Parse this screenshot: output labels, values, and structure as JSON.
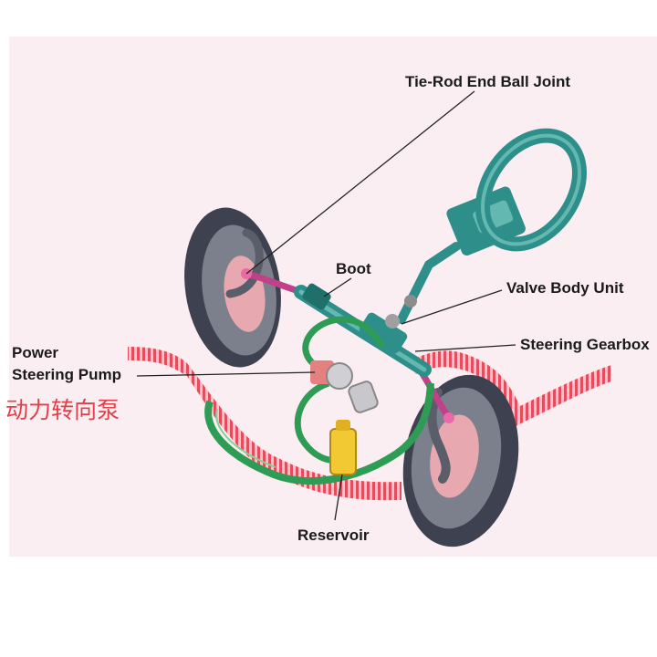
{
  "labels": {
    "tie_rod": "Tie-Rod End Ball Joint",
    "boot": "Boot",
    "valve_body": "Valve Body Unit",
    "steering_gearbox": "Steering Gearbox",
    "pump_line1": "Power",
    "pump_line2": "Steering Pump",
    "reservoir": "Reservoir"
  },
  "chinese_caption": "动力转向泵",
  "colors": {
    "background": "#fbeef2",
    "car_outline": "#e23a4c",
    "steering_parts": "#2e8f8a",
    "hoses": "#2f9c55",
    "tie_rod": "#c0408a",
    "tire": "#3d4150",
    "reservoir": "#f2c933",
    "chinese_caption": "#e0404a"
  }
}
